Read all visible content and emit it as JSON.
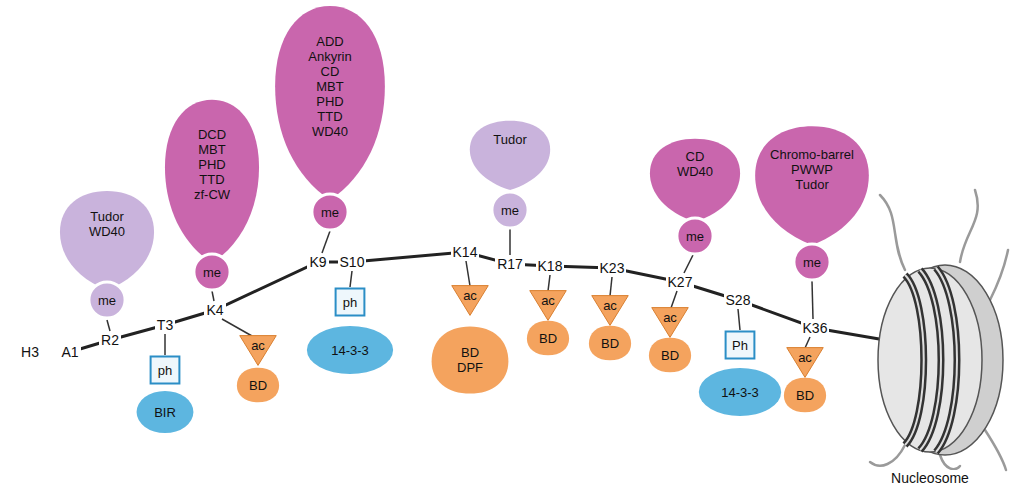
{
  "diagram": {
    "nodes": [
      {
        "text": [
          "Tudor",
          "WD40"
        ]
      },
      {
        "text": [
          "me"
        ]
      },
      {
        "text": [
          "ph"
        ]
      },
      {
        "text": [
          "BIR"
        ]
      },
      {
        "text": [
          "DCD",
          "MBT",
          "PHD",
          "TTD",
          "zf-CW"
        ]
      },
      {
        "text": [
          "me"
        ]
      },
      {
        "text": [
          "ac"
        ]
      },
      {
        "text": [
          "BD"
        ]
      },
      {
        "text": [
          "ADD",
          "Ankyrin",
          "CD",
          "MBT",
          "PHD",
          "TTD",
          "WD40"
        ]
      },
      {
        "text": [
          "me"
        ]
      },
      {
        "text": [
          "ph"
        ]
      },
      {
        "text": [
          "14-3-3"
        ]
      },
      {
        "text": [
          "ac"
        ]
      },
      {
        "text": [
          "BD",
          "DPF"
        ]
      },
      {
        "text": [
          "Tudor"
        ]
      },
      {
        "text": [
          "me"
        ]
      },
      {
        "text": [
          "ac"
        ]
      },
      {
        "text": [
          "BD"
        ]
      },
      {
        "text": [
          "ac"
        ]
      },
      {
        "text": [
          "BD"
        ]
      },
      {
        "text": [
          "CD",
          "WD40"
        ]
      },
      {
        "text": [
          "me"
        ]
      },
      {
        "text": [
          "ac"
        ]
      },
      {
        "text": [
          "BD"
        ]
      },
      {
        "text": [
          "Ph"
        ]
      },
      {
        "text": [
          "14-3-3"
        ]
      },
      {
        "text": [
          "Chromo-barrel",
          "PWWP",
          "Tudor"
        ]
      },
      {
        "text": [
          "me"
        ]
      },
      {
        "text": [
          "ac"
        ]
      },
      {
        "text": [
          "BD"
        ]
      }
    ],
    "labels": [
      "H3",
      "A1",
      "R2",
      "T3",
      "K4",
      "K9",
      "S10",
      "K14",
      "R17",
      "K18",
      "K23",
      "K27",
      "S28",
      "K36",
      "Nucleosome"
    ]
  }
}
